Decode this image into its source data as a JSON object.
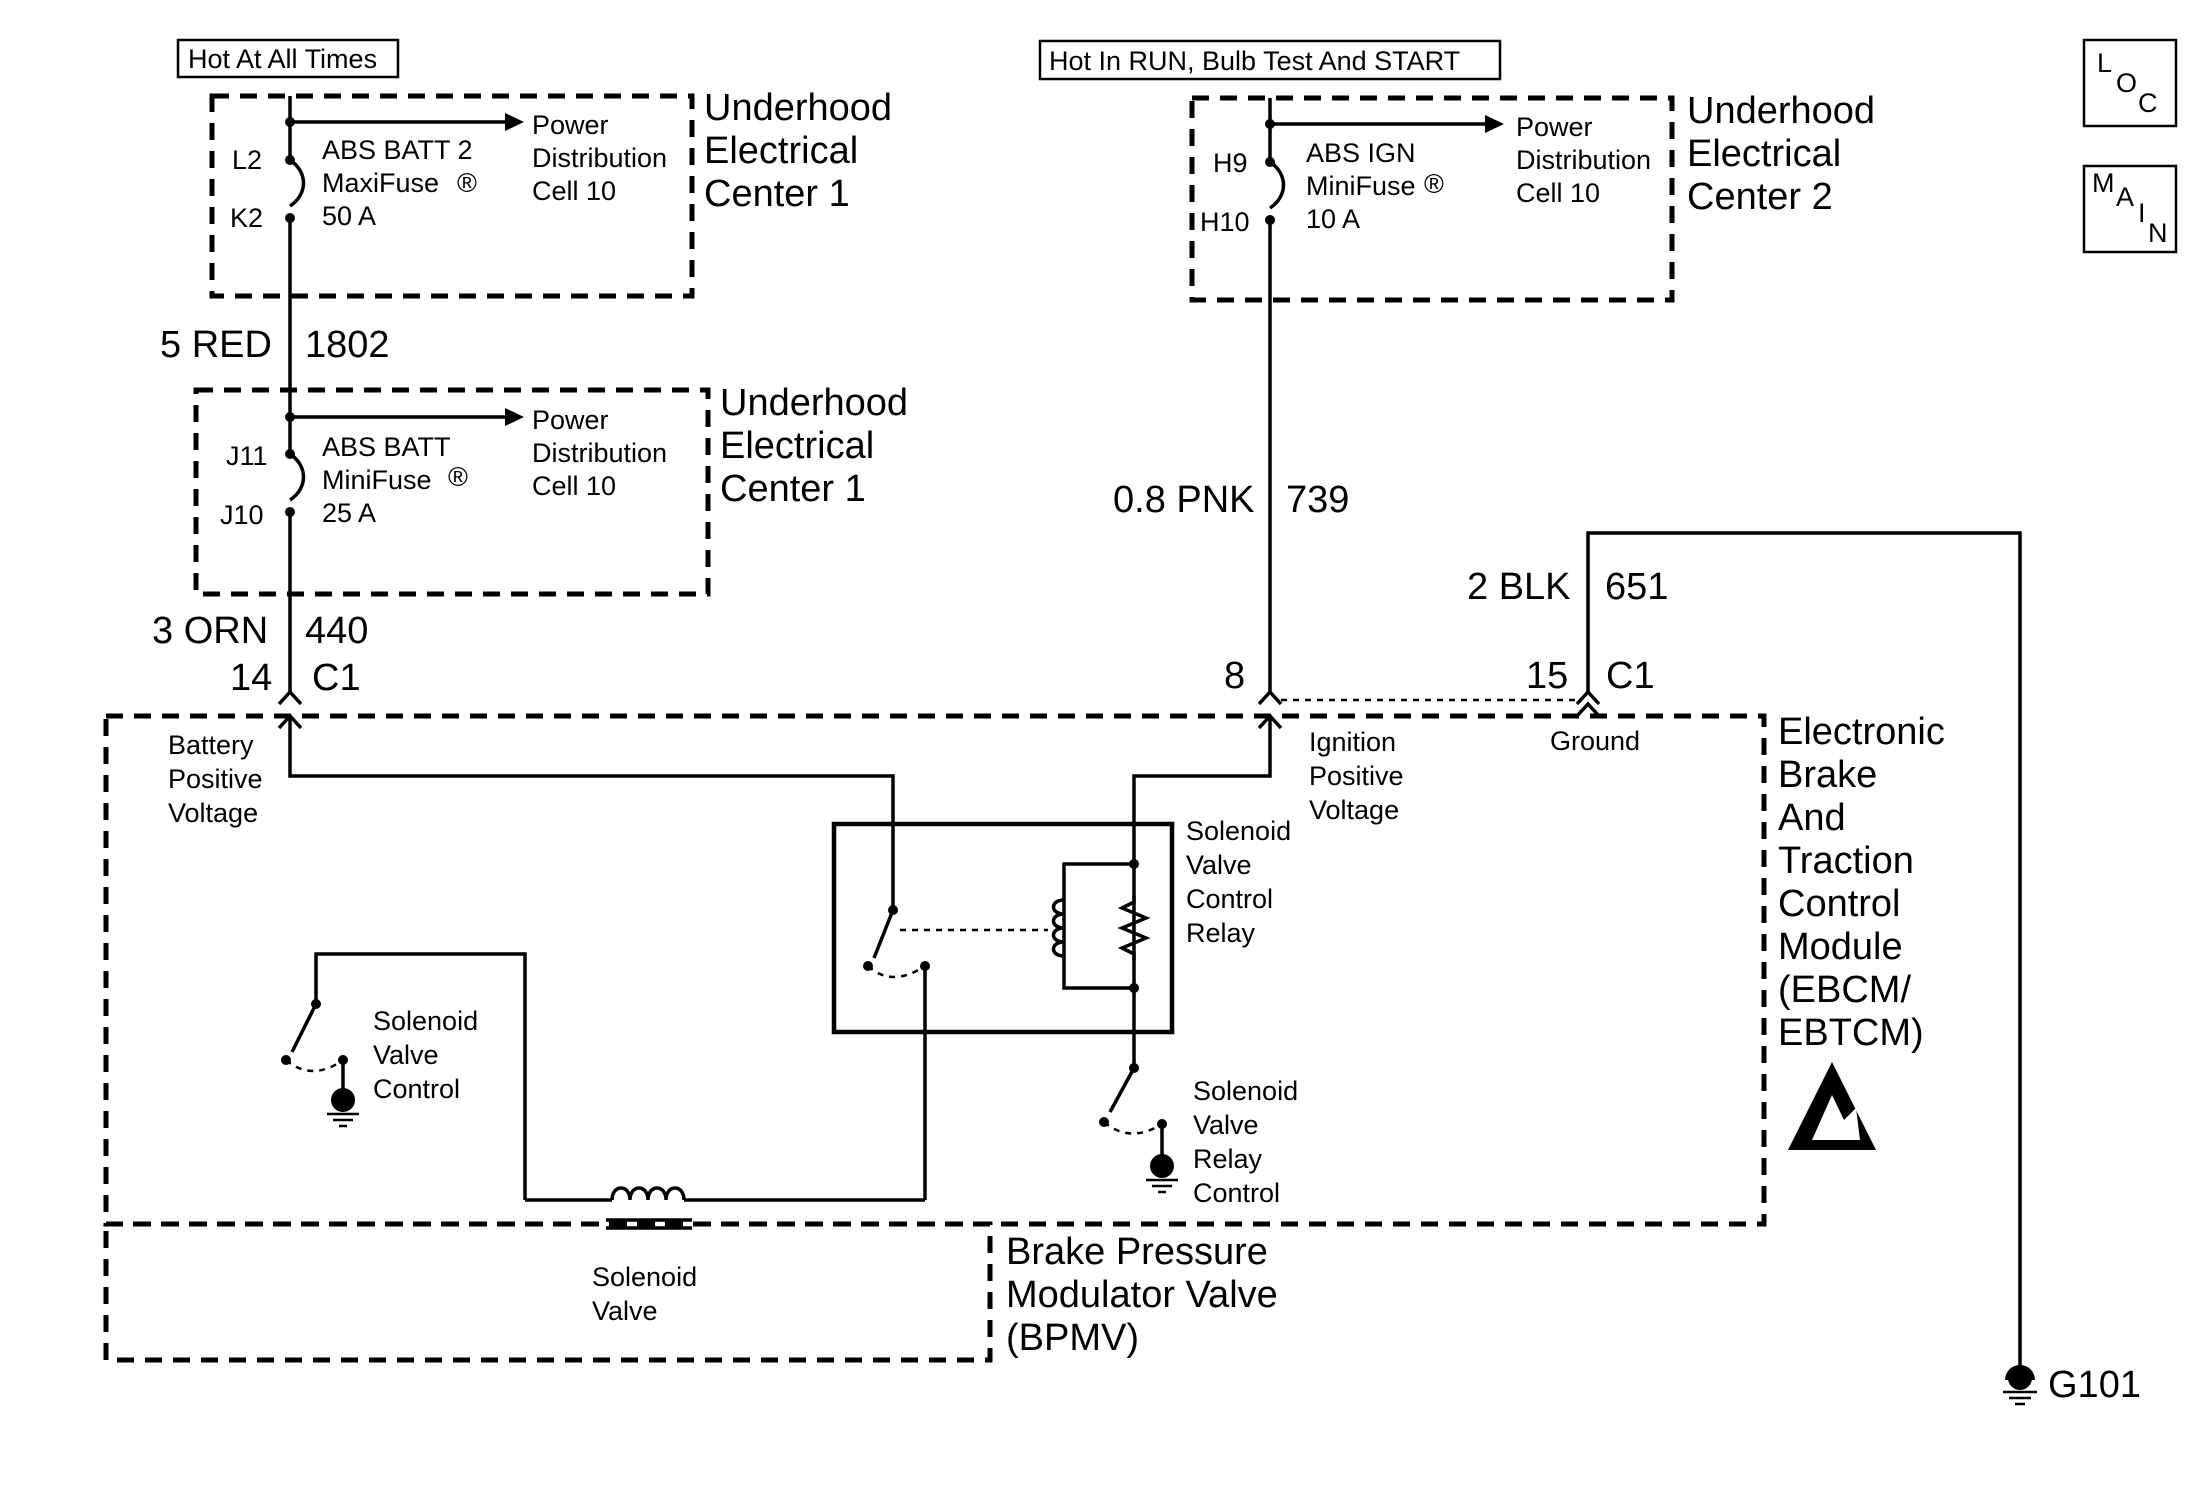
{
  "headers": {
    "left": "Hot At All Times",
    "right": "Hot In RUN, Bulb Test And START"
  },
  "corner_boxes": {
    "loc": [
      "L",
      "O",
      "C"
    ],
    "main": [
      "M",
      "A",
      "I",
      "N"
    ]
  },
  "uec1_top": {
    "title": [
      "Underhood",
      "Electrical",
      "Center 1"
    ],
    "pin_in": "L2",
    "pin_out": "K2",
    "fuse": [
      "ABS BATT 2",
      "MaxiFuse",
      "50 A"
    ],
    "power": [
      "Power",
      "Distribution",
      "Cell 10"
    ],
    "reg": "®"
  },
  "uec1_bottom": {
    "title": [
      "Underhood",
      "Electrical",
      "Center 1"
    ],
    "pin_in": "J11",
    "pin_out": "J10",
    "fuse": [
      "ABS BATT",
      "MiniFuse",
      "25 A"
    ],
    "power": [
      "Power",
      "Distribution",
      "Cell 10"
    ],
    "reg": "®"
  },
  "uec2": {
    "title": [
      "Underhood",
      "Electrical",
      "Center 2"
    ],
    "pin_in": "H9",
    "pin_out": "H10",
    "fuse": [
      "ABS IGN",
      "MiniFuse",
      "10 A"
    ],
    "power": [
      "Power",
      "Distribution",
      "Cell 10"
    ],
    "reg": "®"
  },
  "wires": {
    "w1": {
      "size_color": "5 RED",
      "circuit": "1802"
    },
    "w2": {
      "size_color": "3 ORN",
      "circuit": "440"
    },
    "w3": {
      "size_color": "0.8 PNK",
      "circuit": "739"
    },
    "w4": {
      "size_color": "2 BLK",
      "circuit": "651"
    }
  },
  "connector": {
    "pin_batt": "14",
    "conn_left": "C1",
    "pin_ign": "8",
    "pin_gnd": "15",
    "conn_right": "C1"
  },
  "ebcm": {
    "title": [
      "Electronic",
      "Brake",
      "And",
      "Traction",
      "Control",
      "Module",
      "(EBCM/",
      "EBTCM)"
    ],
    "battery_label": [
      "Battery",
      "Positive",
      "Voltage"
    ],
    "ignition_label": [
      "Ignition",
      "Positive",
      "Voltage"
    ],
    "ground_label": "Ground",
    "relay_label": [
      "Solenoid",
      "Valve",
      "Control",
      "Relay"
    ],
    "svc_label": [
      "Solenoid",
      "Valve",
      "Control"
    ],
    "svrc_label": [
      "Solenoid",
      "Valve",
      "Relay",
      "Control"
    ]
  },
  "bpmv": {
    "title": [
      "Brake Pressure",
      "Modulator Valve",
      "(BPMV)"
    ],
    "solenoid_label": [
      "Solenoid",
      "Valve"
    ]
  },
  "ground": {
    "label": "G101"
  }
}
